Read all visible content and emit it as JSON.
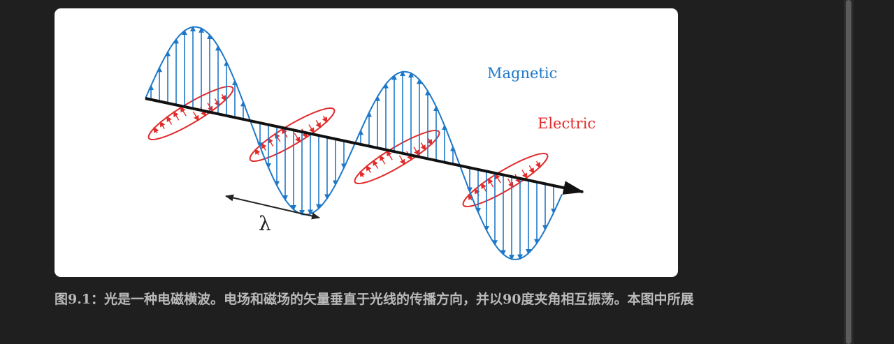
{
  "figure": {
    "labels": {
      "magnetic": "Magnetic",
      "electric": "Electric",
      "wavelength": "λ"
    },
    "colors": {
      "magnetic": "#1e78c8",
      "electric": "#e22b2b",
      "axis": "#111111"
    }
  },
  "caption": {
    "text": "图9.1：光是一种电磁横波。电场和磁场的矢量垂直于光线的传播方向，并以90度夹角相互振荡。本图中所展"
  }
}
